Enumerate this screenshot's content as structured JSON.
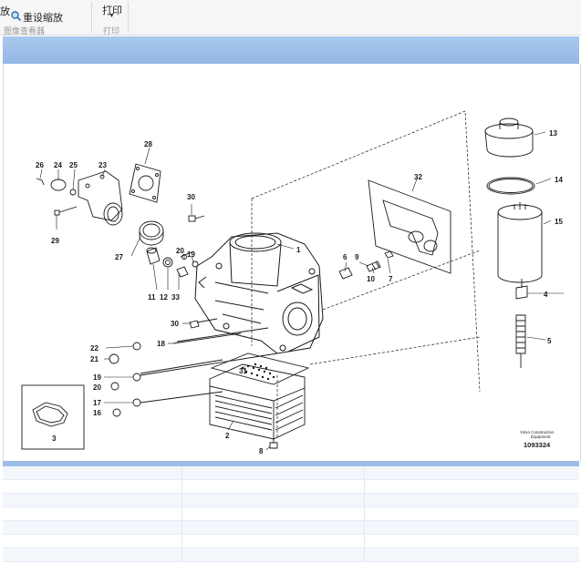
{
  "toolbar": {
    "fragment_left": "放",
    "reset_zoom_label": "重设缩放",
    "print_label": "打印",
    "group_viewer_label": "图像查看器",
    "group_print_label": "打印"
  },
  "diagram": {
    "callouts": [
      "1",
      "2",
      "3",
      "4",
      "5",
      "6",
      "7",
      "8",
      "9",
      "10",
      "11",
      "12",
      "13",
      "14",
      "15",
      "16",
      "17",
      "18",
      "19",
      "19",
      "20",
      "20",
      "21",
      "22",
      "23",
      "24",
      "25",
      "26",
      "27",
      "28",
      "29",
      "30",
      "30",
      "31",
      "32",
      "33"
    ],
    "brand_line1": "Volvo Construction",
    "brand_line2": "Equipment",
    "drawing_number": "1093324"
  },
  "colors": {
    "header_band": "#a9c8ec",
    "line": "#1a1a1a"
  }
}
